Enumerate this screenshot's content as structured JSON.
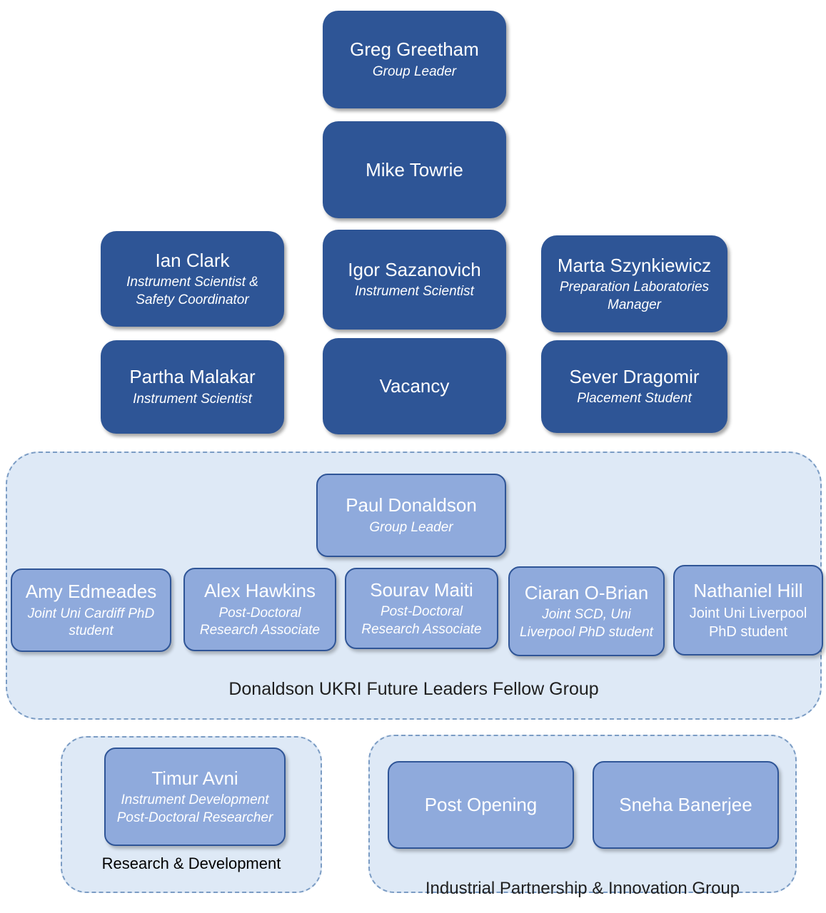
{
  "colors": {
    "dark_box_bg": "#2E5596",
    "mid_box_bg": "#8FAADC",
    "mid_box_border": "#2F5597",
    "group_bg": "#DEE9F6",
    "group_border": "#7B9CC4",
    "box_text": "#FFFFFF",
    "caption_text": "#1F1F1F"
  },
  "org": {
    "greg": {
      "name": "Greg Greetham",
      "role": "Group Leader"
    },
    "mike": {
      "name": "Mike Towrie"
    },
    "ian": {
      "name": "Ian Clark",
      "role": "Instrument Scientist & Safety Coordinator"
    },
    "igor": {
      "name": "Igor Sazanovich",
      "role": "Instrument Scientist"
    },
    "marta": {
      "name": "Marta Szynkiewicz",
      "role": "Preparation Laboratories Manager"
    },
    "partha": {
      "name": "Partha Malakar",
      "role": "Instrument Scientist"
    },
    "vacancy": {
      "name": "Vacancy"
    },
    "sever": {
      "name": "Sever Dragomir",
      "role": "Placement Student"
    }
  },
  "donaldson_group": {
    "caption": "Donaldson UKRI Future Leaders Fellow Group",
    "leader": {
      "name": "Paul Donaldson",
      "role": "Group Leader"
    },
    "members": [
      {
        "name": "Amy Edmeades",
        "role": "Joint Uni Cardiff PhD student"
      },
      {
        "name": "Alex Hawkins",
        "role": "Post-Doctoral Research Associate"
      },
      {
        "name": "Sourav Maiti",
        "role": "Post-Doctoral Research Associate"
      },
      {
        "name": "Ciaran O-Brian",
        "role": "Joint SCD, Uni Liverpool PhD student"
      },
      {
        "name": "Nathaniel Hill",
        "role": "Joint Uni Liverpool PhD student"
      }
    ]
  },
  "rnd_group": {
    "caption": "Research & Development",
    "members": [
      {
        "name": "Timur Avni",
        "role": "Instrument Development Post-Doctoral Researcher"
      }
    ]
  },
  "industrial_group": {
    "caption": "Industrial Partnership & Innovation Group",
    "members": [
      {
        "name": "Post Opening"
      },
      {
        "name": "Sneha Banerjee"
      }
    ]
  }
}
